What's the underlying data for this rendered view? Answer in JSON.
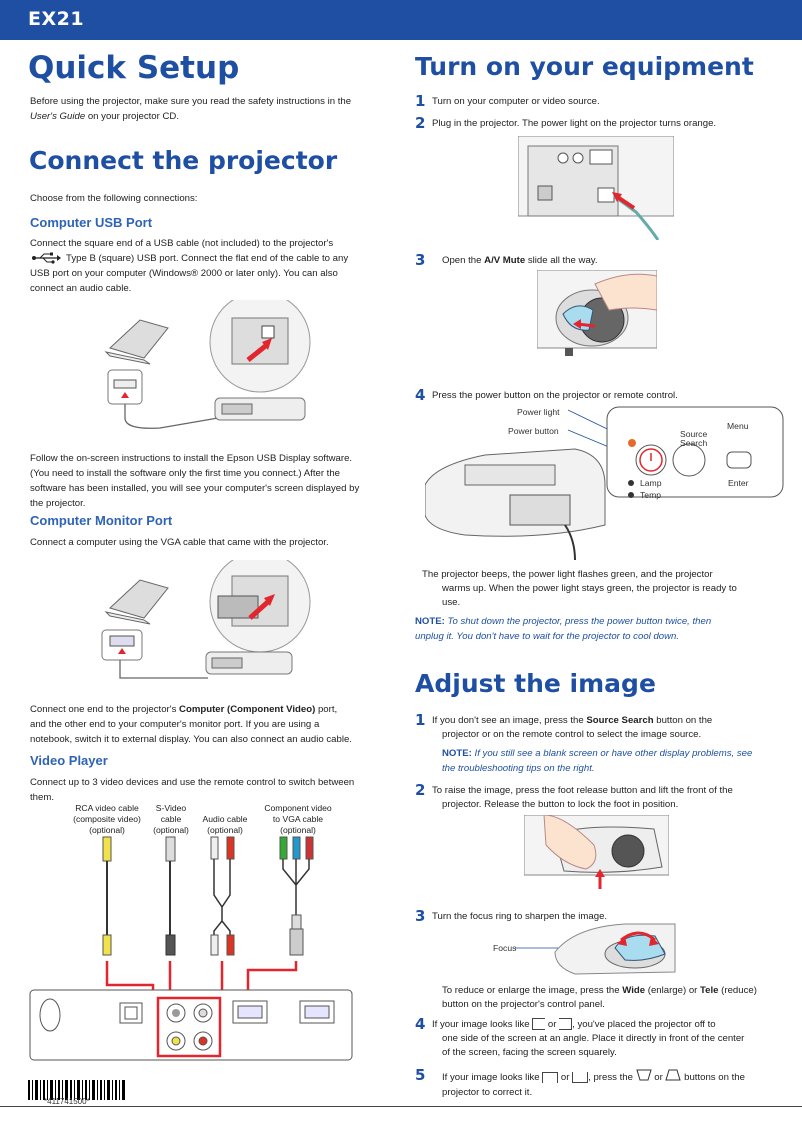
{
  "model": "EX21",
  "left": {
    "title": "Quick Setup",
    "intro_1": "Before using the projector, make sure you read the safety instructions in the",
    "intro_2a": "User's Guide",
    "intro_2b": " on your projector CD.",
    "connect_title": "Connect the projector",
    "connect_intro": "Choose from the following connections:",
    "usb_title": "Computer USB Port",
    "usb_1": "Connect the square end of a USB cable (not included) to the projector's",
    "usb_2": "Type B (square) USB port. Connect the flat end of the cable to any",
    "usb_3": "USB port on your computer (Windows® 2000 or later only). You can also",
    "usb_4": "connect an audio cable.",
    "follow_1": "Follow the on-screen instructions to install the Epson USB Display software.",
    "follow_2": "(You need to install the software only the first time you connect.) After the",
    "follow_3": "software has been installed, you will see your computer's screen displayed by",
    "follow_4": "the projector.",
    "monitor_title": "Computer Monitor Port",
    "monitor_1": "Connect a computer using the VGA cable that came with the projector.",
    "comp_1a": "Connect one end to the projector's ",
    "comp_1b": "Computer (Component Video)",
    "comp_1c": " port,",
    "comp_2": "and the other end to your computer's monitor port. If you are using a",
    "comp_3": "notebook, switch it to external display. You can also connect an audio cable.",
    "video_title": "Video Player",
    "video_1": "Connect up to 3 video devices and use the remote control to switch between",
    "video_2": "them.",
    "cables": [
      {
        "line1": "RCA video cable",
        "line2": "(composite video)",
        "line3": "(optional)"
      },
      {
        "line1": "S-Video",
        "line2": "cable",
        "line3": "(optional)"
      },
      {
        "line1": "Audio cable",
        "line2": "(optional)",
        "line3": ""
      },
      {
        "line1": "Component video",
        "line2": "to VGA cable",
        "line3": "(optional)"
      }
    ],
    "barcode": "*411741500*"
  },
  "right": {
    "turn_title": "Turn on your equipment",
    "s1": "Turn on your computer or video source.",
    "s2": "Plug in the projector. The power light on the projector turns orange.",
    "s3a": "Open the ",
    "s3b": "A/V Mute",
    "s3c": " slide all the way.",
    "s4": "Press the power button on the projector or remote control.",
    "panel": {
      "power_light": "Power light",
      "power_button": "Power button",
      "source": "Source",
      "search": "Search",
      "menu": "Menu",
      "lamp": "Lamp",
      "temp": "Temp",
      "enter": "Enter"
    },
    "beeps_1": "The projector beeps, the power light flashes green, and the projector",
    "beeps_2": "warms up. When the power light stays green, the projector is ready to",
    "beeps_3": "use.",
    "note_label": "NOTE:",
    "note_1": " To shut down the projector, press the power button twice, then",
    "note_2": "unplug it. You don't have to wait for the projector to cool down.",
    "adjust_title": "Adjust the image",
    "a1_1a": "If you don't see an image, press the ",
    "a1_1b": "Source Search",
    "a1_1c": " button on the",
    "a1_2": "projector or on the remote control to select the image source.",
    "a1_note_label": "NOTE:",
    "a1_note_1": " If you still see a blank screen or have other display problems, see",
    "a1_note_2": "the troubleshooting tips on the right.",
    "a2_1": "To raise the image, press the foot release button and lift the front of the",
    "a2_2": "projector. Release the button to lock the foot in position.",
    "a3": "Turn the focus ring to sharpen the image.",
    "focus": "Focus",
    "a3_b1a": "To reduce or enlarge the image, press the ",
    "a3_b1b": "Wide",
    "a3_b1c": " (enlarge) or ",
    "a3_b1d": "Tele",
    "a3_b1e": " (reduce)",
    "a3_b2": "button on the projector's control panel.",
    "a4_1a": "If your image looks like ",
    "a4_1b": " or ",
    "a4_1c": ", you've placed the projector off to",
    "a4_2": "one side of the screen at an angle. Place it directly in front of the center",
    "a4_3": "of the screen, facing the screen squarely.",
    "a5_1a": "If your image looks like ",
    "a5_1b": " or ",
    "a5_1c": ", press the ",
    "a5_1d": " or ",
    "a5_1e": " buttons on the",
    "a5_2": "projector to correct it.",
    "nums": [
      "1",
      "2",
      "3",
      "4",
      "1",
      "2",
      "3",
      "4",
      "5"
    ]
  },
  "colors": {
    "brand_blue": "#1e4fa3",
    "arrow_red": "#e3262e"
  }
}
